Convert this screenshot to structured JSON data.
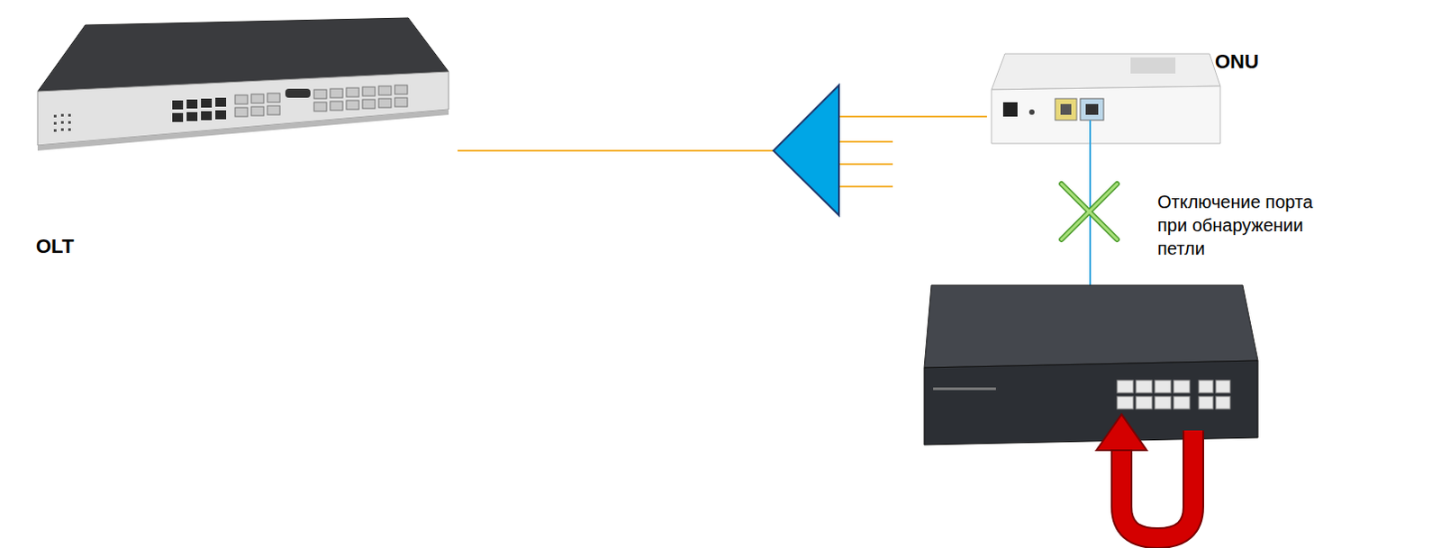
{
  "diagram": {
    "nodes": [
      {
        "text": [
          "OLT"
        ]
      },
      {
        "text": [
          "ONU"
        ]
      }
    ],
    "edges": [
      {
        "from": 0,
        "to": 1,
        "arrow": "none"
      }
    ],
    "labels": [
      "Отключение порта при обнаружении петли"
    ]
  }
}
